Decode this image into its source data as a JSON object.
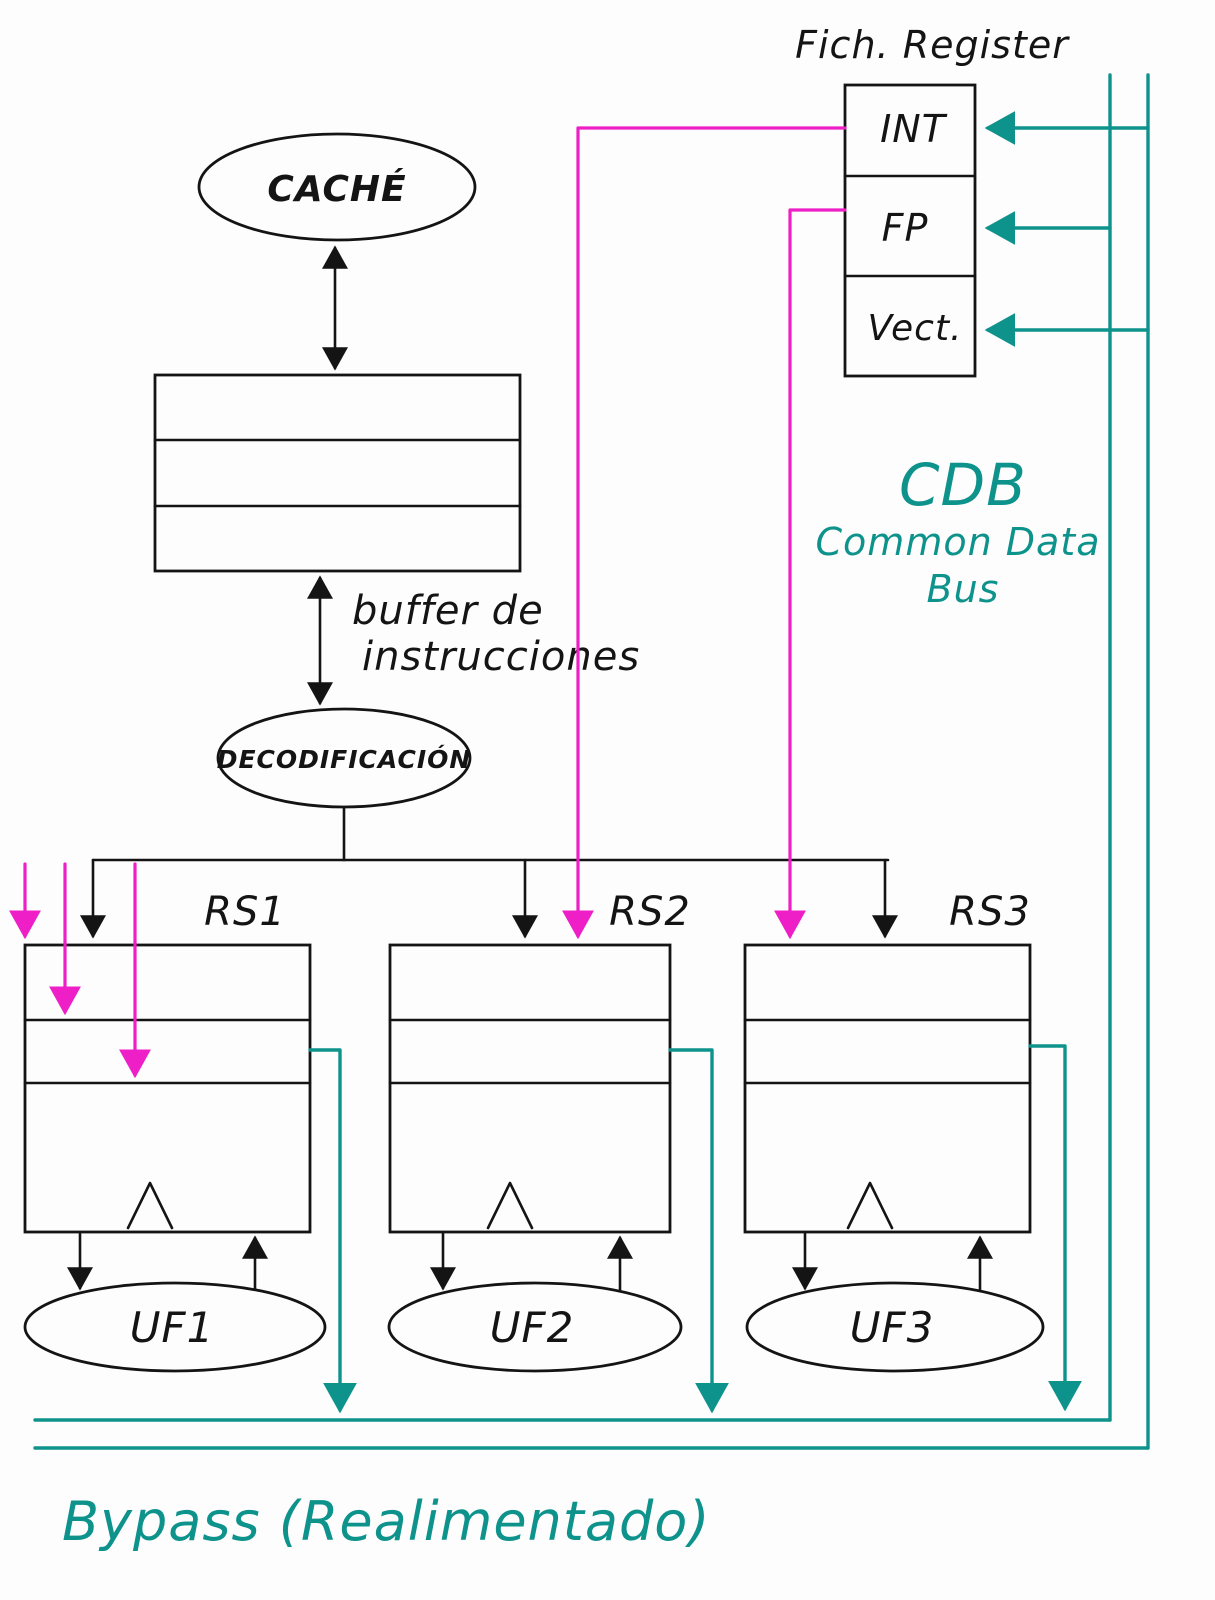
{
  "colors": {
    "ink": "#141414",
    "magenta": "#ee1fc7",
    "teal": "#0e938c"
  },
  "cache": {
    "label": "CACHÉ"
  },
  "buffer": {
    "label_line1": "buffer de",
    "label_line2": "instrucciones"
  },
  "decode": {
    "label": "DECODIFICACIÓN"
  },
  "register_file": {
    "title": "Fich. Register",
    "cells": [
      "INT",
      "FP",
      "Vect."
    ]
  },
  "cdb": {
    "title": "CDB",
    "subtitle_line1": "Common Data",
    "subtitle_line2": "Bus"
  },
  "stations": [
    {
      "label": "RS1"
    },
    {
      "label": "RS2"
    },
    {
      "label": "RS3"
    }
  ],
  "units": [
    {
      "label": "UF1"
    },
    {
      "label": "UF2"
    },
    {
      "label": "UF3"
    }
  ],
  "bypass": {
    "label": "Bypass (Realimentado)"
  }
}
